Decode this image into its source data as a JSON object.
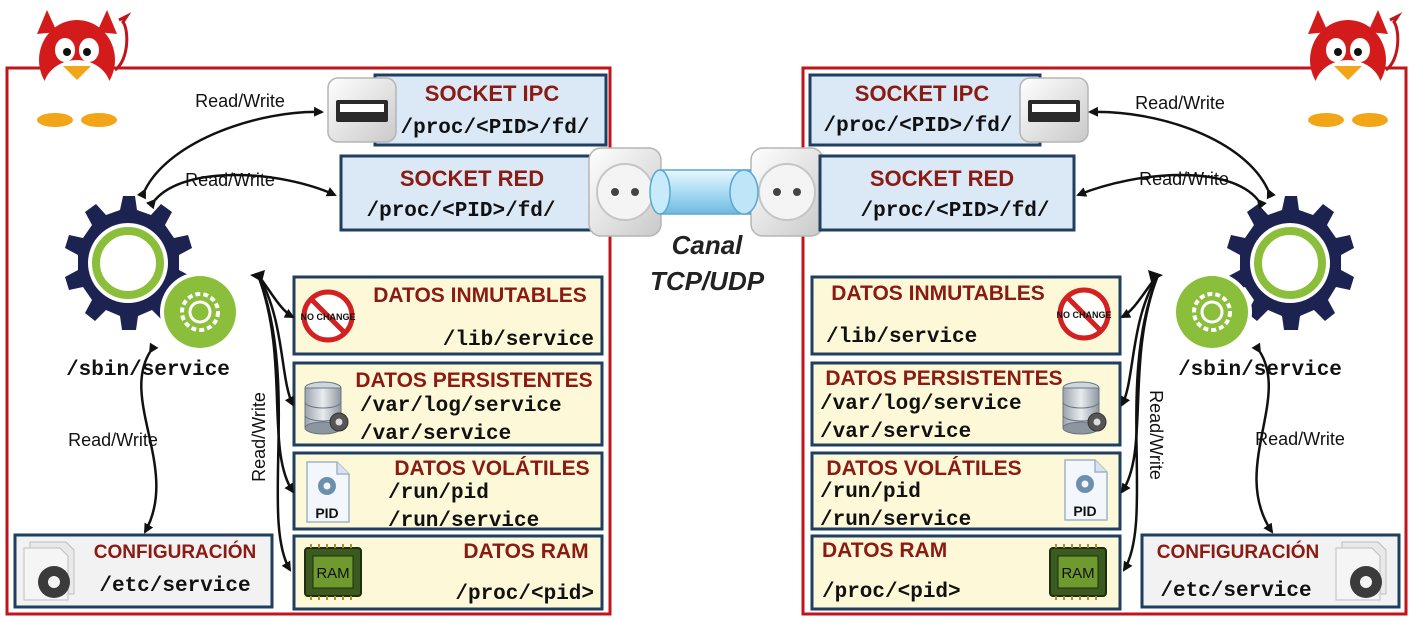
{
  "colors": {
    "frame": "#c0161b",
    "box_border": "#1f3f60",
    "socket_fill": "#dbe9f7",
    "data_fill": "#fdf9d8",
    "config_fill": "#f2f2f2",
    "header_text": "#8b1a12",
    "gear_ring": "#8bbf3b",
    "gear_body": "#1d2350",
    "cable": "#a9dcf3"
  },
  "icons": [
    "tux-devil-icon",
    "usb-port-icon",
    "power-outlet-icon",
    "cable-icon",
    "gear-icon",
    "green-gear-icon",
    "no-change-icon",
    "database-gear-icon",
    "pid-file-icon",
    "ram-chip-icon",
    "config-gear-icon"
  ],
  "canal": {
    "line1": "Canal",
    "line2": "TCP/UDP"
  },
  "left": {
    "service_label": "/sbin/service",
    "socket_ipc": {
      "title": "SOCKET IPC",
      "path": "/proc/<PID>/fd/"
    },
    "socket_red": {
      "title": "SOCKET RED",
      "path": "/proc/<PID>/fd/"
    },
    "datos_inmutables": {
      "title": "DATOS INMUTABLES",
      "path": "/lib/service"
    },
    "datos_persistentes": {
      "title": "DATOS PERSISTENTES",
      "path1": "/var/log/service",
      "path2": "/var/service"
    },
    "datos_volatiles": {
      "title": "DATOS VOLÁTILES",
      "path1": "/run/pid",
      "path2": "/run/service"
    },
    "datos_ram": {
      "title": "DATOS RAM",
      "path": "/proc/<pid>"
    },
    "configuracion": {
      "title": "CONFIGURACIÓN",
      "path": "/etc/service"
    },
    "rw_ipc": "Read/Write",
    "rw_red": "Read/Write",
    "rw_config": "Read/Write",
    "rw_data": "Read/Write"
  },
  "right": {
    "service_label": "/sbin/service",
    "socket_ipc": {
      "title": "SOCKET IPC",
      "path": "/proc/<PID>/fd/"
    },
    "socket_red": {
      "title": "SOCKET RED",
      "path": "/proc/<PID>/fd/"
    },
    "datos_inmutables": {
      "title": "DATOS INMUTABLES",
      "path": "/lib/service"
    },
    "datos_persistentes": {
      "title": "DATOS PERSISTENTES",
      "path1": "/var/log/service",
      "path2": "/var/service"
    },
    "datos_volatiles": {
      "title": "DATOS VOLÁTILES",
      "path1": "/run/pid",
      "path2": "/run/service"
    },
    "datos_ram": {
      "title": "DATOS RAM",
      "path": "/proc/<pid>"
    },
    "configuracion": {
      "title": "CONFIGURACIÓN",
      "path": "/etc/service"
    },
    "rw_ipc": "Read/Write",
    "rw_red": "Read/Write",
    "rw_config": "Read/Write",
    "rw_data": "Read/Write"
  },
  "icon_text": {
    "no_change": "NO CHANGE",
    "pid": "PID",
    "ram": "RAM"
  }
}
